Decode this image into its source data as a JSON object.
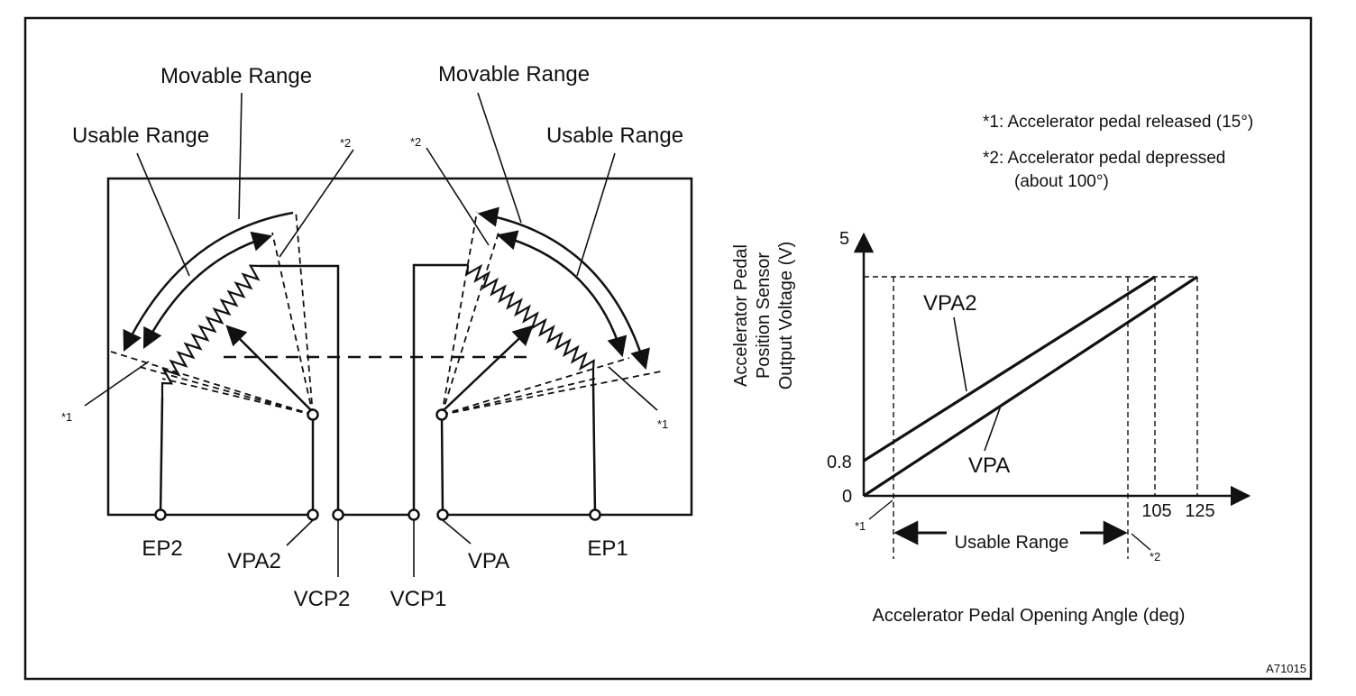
{
  "figure_code": "A71015",
  "notes": {
    "note1": "*1: Accelerator pedal released (15°)",
    "note2_line1": "*2: Accelerator pedal depressed",
    "note2_line2": "(about 100°)"
  },
  "sensor": {
    "movable_range_left": "Movable Range",
    "movable_range_right": "Movable Range",
    "usable_range_left": "Usable Range",
    "usable_range_right": "Usable Range",
    "mark1": "*1",
    "mark2": "*2",
    "terminals": {
      "ep2": "EP2",
      "vpa2": "VPA2",
      "vcp2": "VCP2",
      "vcp1": "VCP1",
      "vpa": "VPA",
      "ep1": "EP1"
    }
  },
  "chart_data": {
    "type": "line",
    "ylabel_line1": "Accelerator Pedal",
    "ylabel_line2": "Position Sensor",
    "ylabel_line3": "Output Voltage (V)",
    "xlabel": "Accelerator Pedal Opening Angle (deg)",
    "y_ticks": [
      "5",
      "0.8",
      "0"
    ],
    "x_ticks": [
      "105",
      "125"
    ],
    "x_marker_1": "*1",
    "x_marker_2": "*2",
    "usable_range_label": "Usable Range",
    "series": [
      {
        "name": "VPA2",
        "points": [
          [
            0,
            0.8
          ],
          [
            105,
            5
          ]
        ]
      },
      {
        "name": "VPA",
        "points": [
          [
            0,
            0
          ],
          [
            125,
            5
          ]
        ]
      }
    ]
  }
}
